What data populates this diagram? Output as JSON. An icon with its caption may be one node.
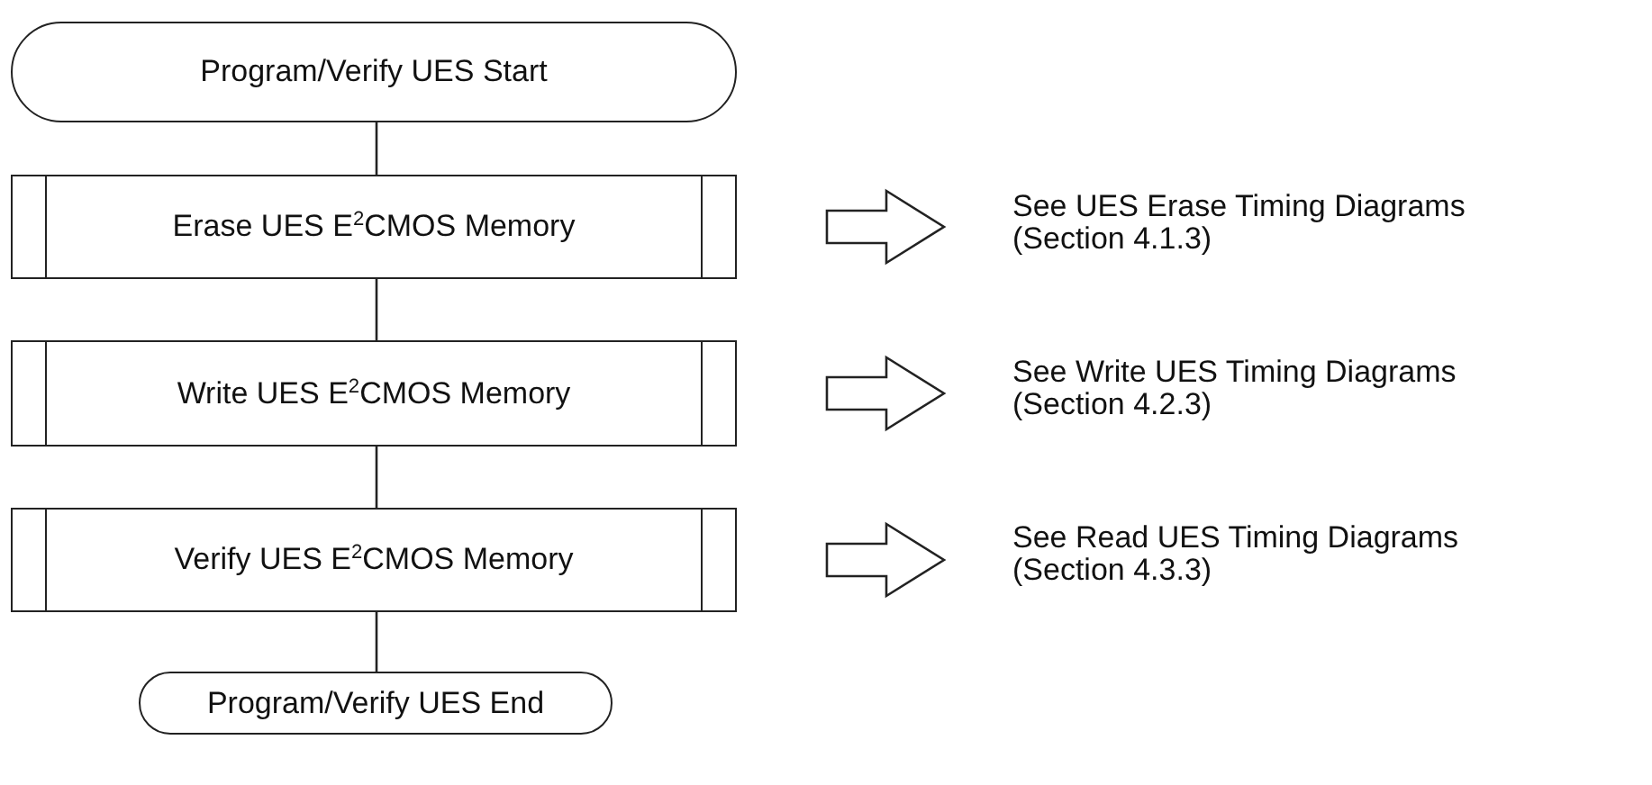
{
  "diagram": {
    "nodes": [
      {
        "text": [
          "Program/Verify UES Start"
        ]
      },
      {
        "text": [
          "Erase UES E$^{2}$CMOS Memory"
        ]
      },
      {
        "text": [
          "See UES Erase Timing Diagrams (Section 4.1.3)"
        ]
      },
      {
        "text": [
          "Write UES E$^{2}$CMOS Memory"
        ]
      },
      {
        "text": [
          "See Write UES Timing Diagrams (Section 4.2.3)"
        ]
      },
      {
        "text": [
          "Verify UES E$^{2}$CMOS Memory"
        ]
      },
      {
        "text": [
          "See Read UES Timing Diagrams (Section 4.3.3)"
        ]
      },
      {
        "text": [
          "Program/Verify UES End"
        ]
      }
    ],
    "edges": [
      {
        "from": 0,
        "to": 1,
        "arrow": "none"
      },
      {
        "from": 1,
        "to": 2,
        "arrow": "to"
      },
      {
        "from": 1,
        "to": 3,
        "arrow": "none"
      },
      {
        "from": 3,
        "to": 4,
        "arrow": "to"
      },
      {
        "from": 3,
        "to": 5,
        "arrow": "none"
      },
      {
        "from": 5,
        "to": 6,
        "arrow": "to"
      },
      {
        "from": 5,
        "to": 7,
        "arrow": "none"
      }
    ]
  }
}
